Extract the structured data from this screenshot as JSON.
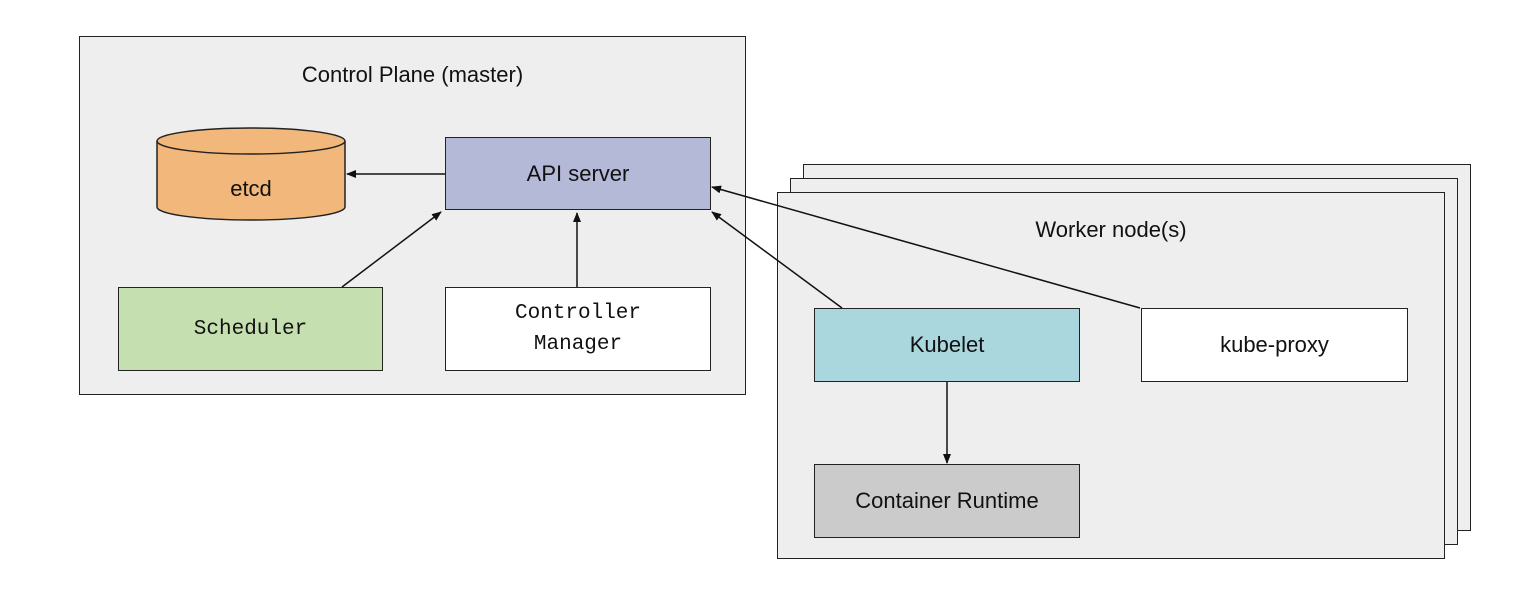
{
  "control_plane": {
    "title": "Control Plane (master)",
    "etcd": "etcd",
    "api_server": "API server",
    "scheduler": "Scheduler",
    "controller_manager": "Controller\nManager"
  },
  "worker": {
    "title": "Worker node(s)",
    "kubelet": "Kubelet",
    "kube_proxy": "kube-proxy",
    "container_runtime": "Container Runtime"
  },
  "colors": {
    "panel": "#eeeeee",
    "etcd": "#f2b77a",
    "api_server": "#b4b9d8",
    "scheduler": "#c6dfb0",
    "kubelet": "#aad7de",
    "container_runtime": "#cbcbcb",
    "white": "#ffffff"
  }
}
